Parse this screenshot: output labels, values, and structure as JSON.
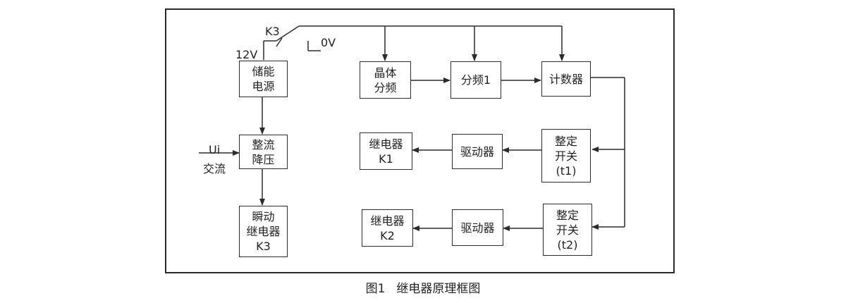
{
  "blocks": {
    "storage_power": [
      "储能",
      "电源"
    ],
    "rectify_step_down": [
      "整流",
      "降压"
    ],
    "instant_relay_k3": [
      "瞬动",
      "继电器",
      "K3"
    ],
    "crystal_divider": [
      "晶体",
      "分频"
    ],
    "divider1": [
      "分频1"
    ],
    "counter": [
      "计数器"
    ],
    "setting_switch_t1": [
      "整定",
      "开关",
      "(t1)"
    ],
    "driver1": [
      "驱动器"
    ],
    "relay_k1": [
      "继电器",
      "K1"
    ],
    "setting_switch_t2": [
      "整定",
      "开关",
      "(t2)"
    ],
    "driver2": [
      "驱动器"
    ],
    "relay_k2": [
      "继电器",
      "K2"
    ]
  },
  "labels": {
    "k3_switch": "K3",
    "v12": "12V",
    "v0": "0V",
    "ui": "Ui",
    "ac": "交流"
  },
  "caption": {
    "figure_no": "图1",
    "title": "继电器原理框图"
  }
}
